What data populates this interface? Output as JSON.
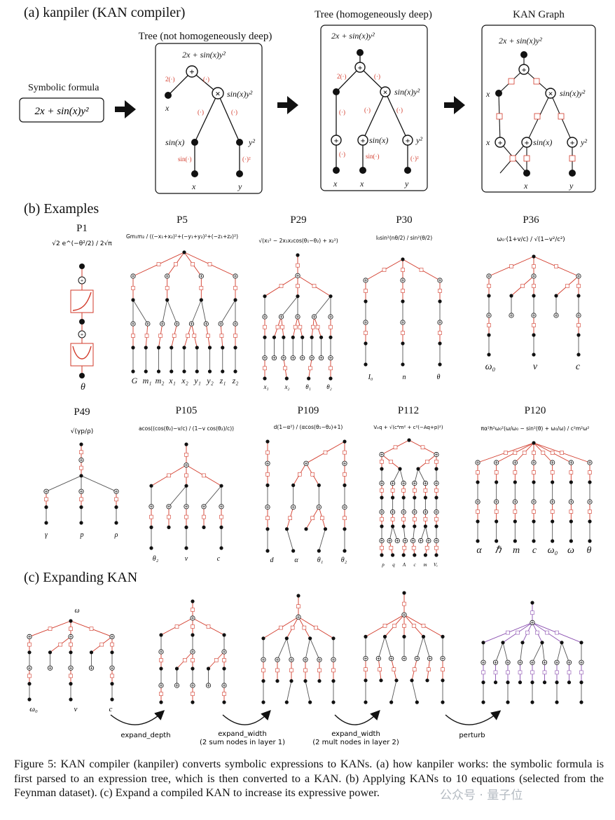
{
  "sections": {
    "a": "(a) kanpiler (KAN compiler)",
    "b": "(b) Examples",
    "c": "(c) Expanding KAN"
  },
  "part_a": {
    "symbolic_label": "Symbolic formula",
    "formula": "2x + sin(x)y²",
    "tree1_title": "Tree (not homogeneously deep)",
    "tree2_title": "Tree (homogeneously deep)",
    "tree3_title": "KAN Graph",
    "root_expr": "2x + sin(x)y²",
    "mult_expr": "sin(x)y²",
    "sin_expr": "sin(x)",
    "sq_expr": "y²",
    "leaf_x": "x",
    "leaf_y": "y",
    "edge_2": "2(·)",
    "edge_id": "(·)",
    "edge_sin": "sin(·)",
    "edge_sq": "(·)²"
  },
  "examples": {
    "row1": [
      {
        "name": "P1",
        "formula": "√2 e^(−θ²/2) / 2√π",
        "vars": [
          "θ"
        ]
      },
      {
        "name": "P5",
        "formula": "Gm₁m₂ / ((−x₁+x₂)²+(−y₁+y₂)²+(−z₁+z₂)²)",
        "vars": [
          "G",
          "m₁",
          "m₂",
          "x₁",
          "x₂",
          "y₁",
          "y₂",
          "z₁",
          "z₂"
        ]
      },
      {
        "name": "P29",
        "formula": "√(x₁² − 2x₁x₂cos(θ₁−θ₂) + x₂²)",
        "vars": [
          "x₁",
          "x₂",
          "θ₁",
          "θ₂"
        ]
      },
      {
        "name": "P30",
        "formula": "I₀sin²(nθ/2) / sin²(θ/2)",
        "vars": [
          "I₀",
          "n",
          "θ"
        ]
      },
      {
        "name": "P36",
        "formula": "ω₀·(1+v/c) / √(1−v²/c²)",
        "vars": [
          "ω₀",
          "v",
          "c"
        ]
      }
    ],
    "row2": [
      {
        "name": "P49",
        "formula": "√(γp/ρ)",
        "vars": [
          "γ",
          "p",
          "ρ"
        ]
      },
      {
        "name": "P105",
        "formula": "acos((cos(θ₂)−v/c) / (1−v cos(θ₂)/c))",
        "vars": [
          "θ₂",
          "v",
          "c"
        ]
      },
      {
        "name": "P109",
        "formula": "d(1−α²) / (αcos(θ₁−θ₂)+1)",
        "vars": [
          "d",
          "α",
          "θ₁",
          "θ₂"
        ]
      },
      {
        "name": "P112",
        "formula": "Vₑq + √(c⁴m² + c²(−Aq+p)²)",
        "vars": [
          "p",
          "q",
          "A",
          "c",
          "m",
          "Vₑ"
        ]
      },
      {
        "name": "P120",
        "formula": "πα²ℏ²ω₀²(ω/ω₀ − sin²(θ) + ω₀/ω) / c²m²ω²",
        "vars": [
          "α",
          "ℏ",
          "m",
          "c",
          "ω₀",
          "ω",
          "θ"
        ]
      }
    ]
  },
  "part_c": {
    "top_var": "ω",
    "vars": [
      "ω₀",
      "v",
      "c"
    ],
    "steps": [
      {
        "label": "expand_depth",
        "sub": ""
      },
      {
        "label": "expand_width",
        "sub": "(2 sum nodes in layer 1)"
      },
      {
        "label": "expand_width",
        "sub": "(2 mult nodes in layer 2)"
      },
      {
        "label": "perturb",
        "sub": ""
      }
    ]
  },
  "caption": "Figure 5: KAN compiler (kanpiler) converts symbolic expressions to KANs. (a) how kanpiler works: the symbolic formula is first parsed to an expression tree, which is then converted to a KAN. (b) Applying KANs to 10 equations (selected from the Feynman dataset). (c) Expand a compiled KAN to increase its expressive power.",
  "watermark": "公众号 · 量子位",
  "colors": {
    "edge_red": "#d23a2a",
    "edge_purple": "#8a4fb0",
    "node": "#111111"
  }
}
